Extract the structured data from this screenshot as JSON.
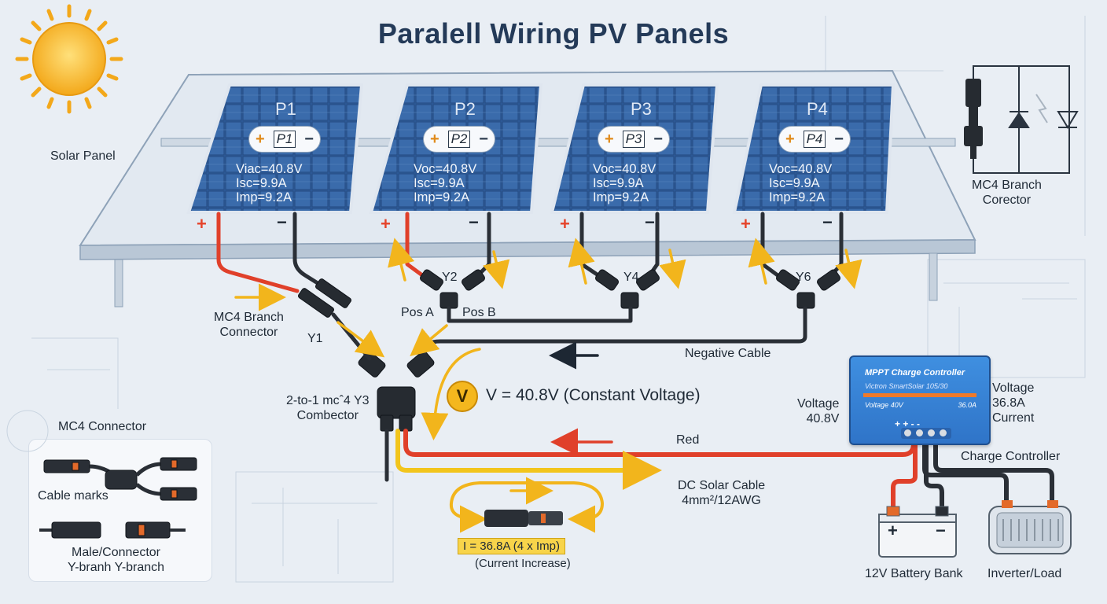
{
  "title": "Paralell Wiring PV Panels",
  "labels": {
    "solar_panel": "Solar Panel",
    "mc4_branch_connector_right_1": "MC4 Branch",
    "mc4_branch_connector_right_2": "Corector",
    "mc4_branch_left_1": "MC4 Branch",
    "mc4_branch_left_2": "Connector",
    "y1": "Y1",
    "y2": "Y2",
    "y4": "Y4",
    "y6": "Y6",
    "pos_a": "Pos A",
    "pos_b": "Pos B",
    "negative_cable": "Negative Cable",
    "combiner_1": "2-to-1 mcˆ4  Y3",
    "combiner_2": "Combector",
    "voltage_symbol": "V",
    "voltage_equation": "V = 40.8V (Constant Voltage)",
    "red": "Red",
    "dc_cable_1": "DC Solar Cable",
    "dc_cable_2": "4mm²/12AWG",
    "current_equation": "I = 36.8A (4 x Imp)",
    "current_increase": "(Current Increase)",
    "voltage_left_1": "Voltage",
    "voltage_left_2": "40.8V",
    "voltage_right_1": "Voltage",
    "voltage_right_2": "36.8A",
    "voltage_right_3": "Current",
    "charge_controller": "Charge Controller",
    "battery_bank": "12V Battery Bank",
    "inverter_load": "Inverter/Load",
    "battery_plus": "+",
    "battery_minus": "−"
  },
  "mc4_box": {
    "title": "MC4 Connector",
    "cable_marks": "Cable marks",
    "caption_1": "Male/Connector",
    "caption_2": "Y-branh Y-branch"
  },
  "controller": {
    "title": "MPPT Charge Controller",
    "model": "Victron SmartSolar 105/30",
    "reading_v": "Voltage  40V",
    "reading_a": "36.0A",
    "terminals": "+  +  -  -"
  },
  "panels": [
    {
      "id": "P1",
      "badge": "P1",
      "voc": "Viac=40.8V",
      "isc": "Isc=9.9A",
      "imp": "Imp=9.2A"
    },
    {
      "id": "P2",
      "badge": "P2",
      "voc": "Voc=40.8V",
      "isc": "Isc=9.9A",
      "imp": "Imp=9.2A"
    },
    {
      "id": "P3",
      "badge": "P3",
      "voc": "Voc=40.8V",
      "isc": "Isc=9.9A",
      "imp": "Imp=9.2A"
    },
    {
      "id": "P4",
      "badge": "P4",
      "voc": "Voc=40.8V",
      "isc": "Isc=9.9A",
      "imp": "Imp=9.2A"
    }
  ],
  "terminal_symbols": {
    "pos": "+",
    "neg": "−"
  },
  "colors": {
    "panel_blue": "#2e5a9a",
    "positive_cable": "#e0402a",
    "negative_cable": "#2a2f36",
    "current_arrow": "#f2b51c",
    "controller_blue": "#3a86d8",
    "sun": "#f6b81d"
  }
}
